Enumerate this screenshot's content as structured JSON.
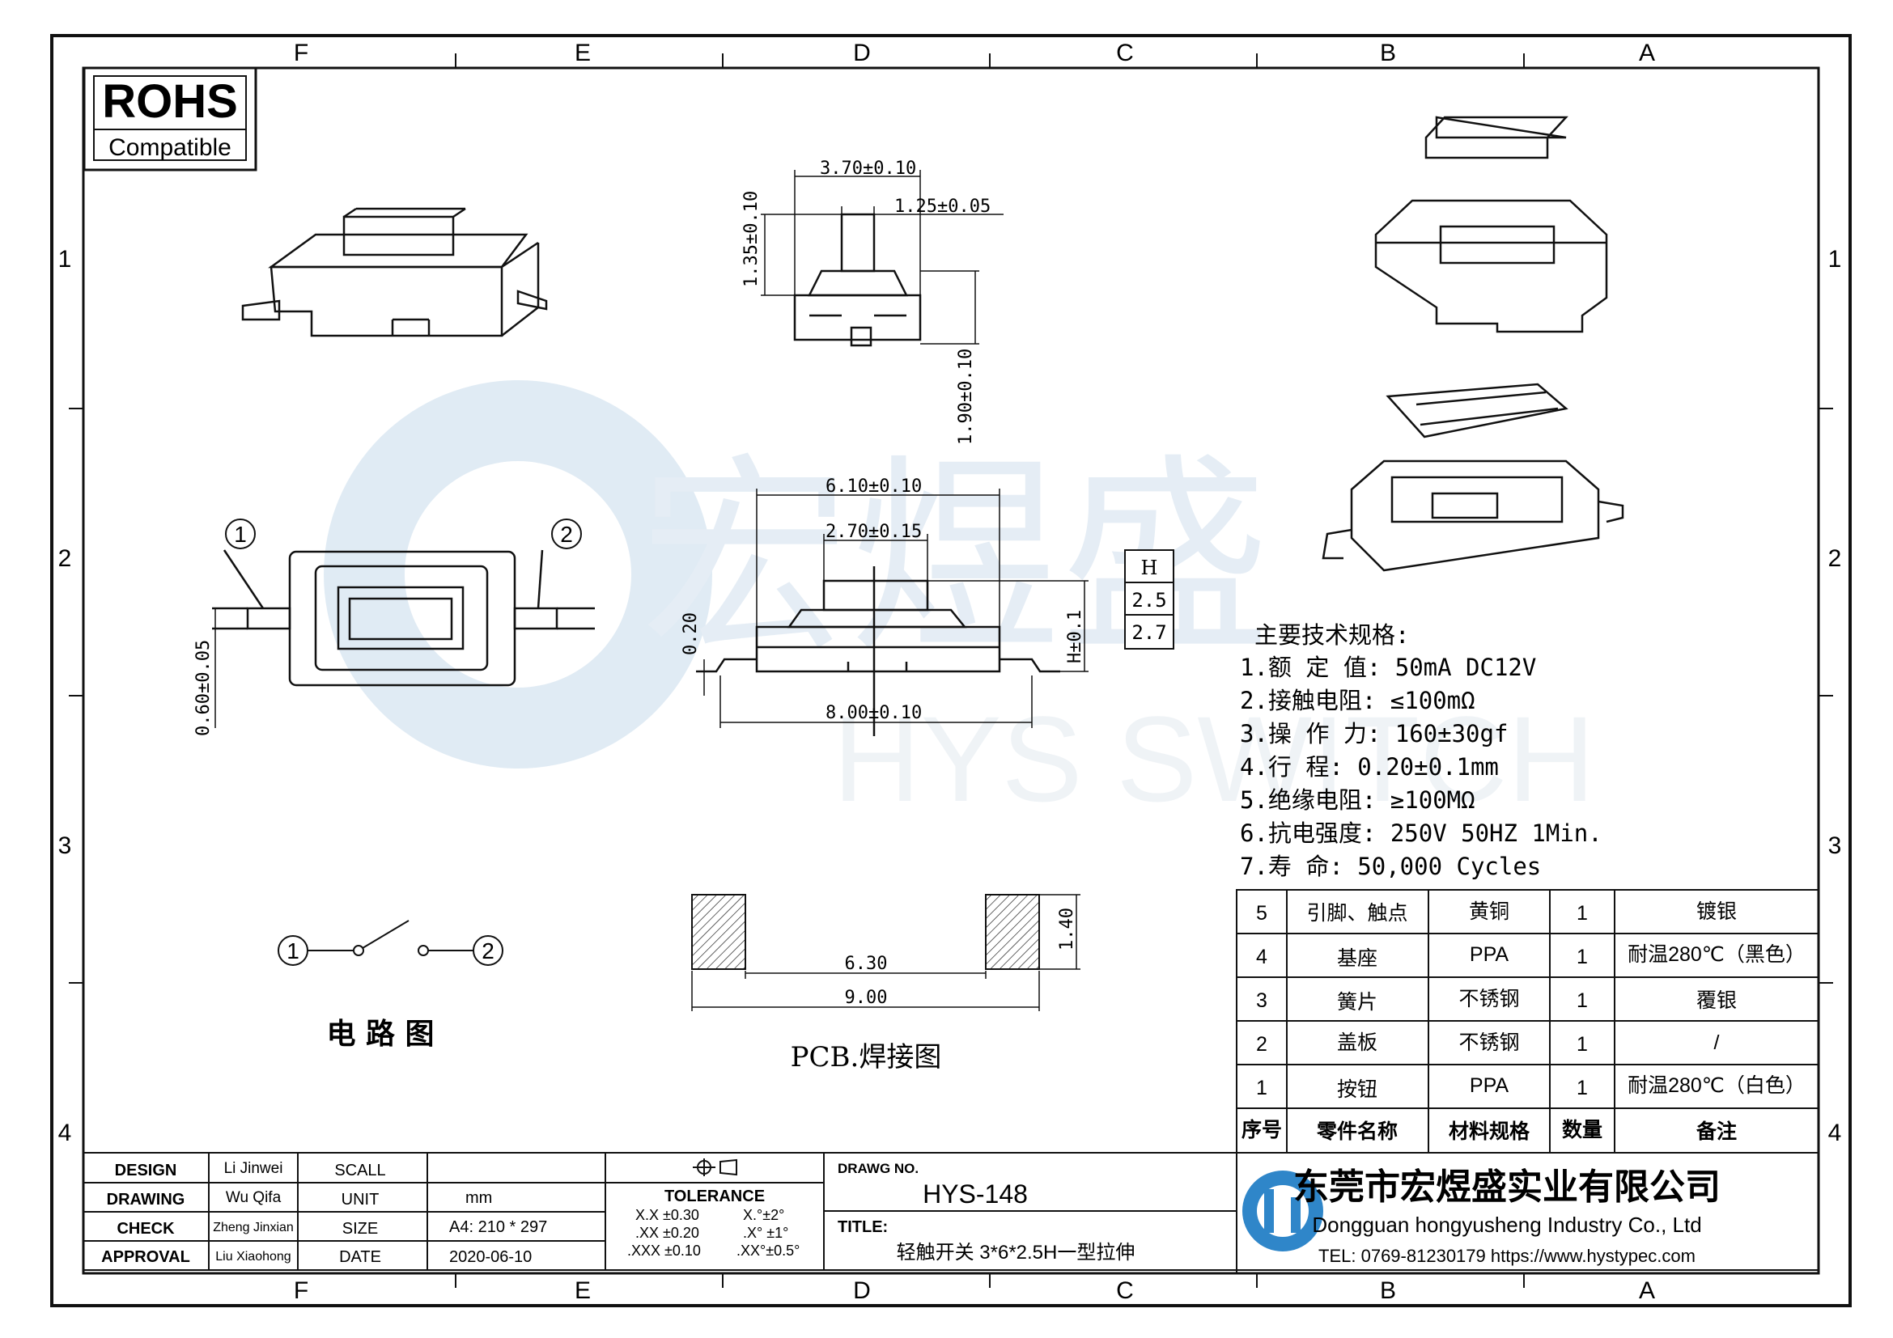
{
  "frame": {
    "cols": [
      "F",
      "E",
      "D",
      "C",
      "B",
      "A"
    ],
    "rows": [
      "1",
      "2",
      "3",
      "4"
    ]
  },
  "rohs": {
    "title": "ROHS",
    "subtitle": "Compatible"
  },
  "watermark": {
    "cn": "宏煜盛",
    "en": "HYS SWITCH"
  },
  "dims": {
    "top_width": "3.70±0.10",
    "top_plunger": "1.25±0.05",
    "top_plunger_h": "1.35±0.10",
    "top_body_h": "1.90±0.10",
    "pin_w": "0.60±0.05",
    "side_width": "6.10±0.10",
    "side_cap": "2.70±0.15",
    "side_overall": "8.00±0.10",
    "side_lead": "0.20",
    "side_height": "H±0.1",
    "pad_h": "1.40",
    "pad_inner": "6.30",
    "pad_outer": "9.00"
  },
  "h_table": {
    "header": "H",
    "rows": [
      "2.5",
      "2.7"
    ]
  },
  "markers": {
    "one": "1",
    "two": "2"
  },
  "labels": {
    "circuit": "电 路 图",
    "pcb": "PCB.焊接图"
  },
  "specs": {
    "title": "主要技术规格:",
    "items": [
      "1.额 定 值: 50mA DC12V",
      "2.接触电阻: ≤100mΩ",
      "3.操 作 力: 160±30gf",
      "4.行   程: 0.20±0.1mm",
      "5.绝缘电阻: ≥100MΩ",
      "6.抗电强度: 250V 50HZ 1Min.",
      "7.寿   命: 50,000 Cycles"
    ]
  },
  "bom": {
    "rows": [
      [
        "5",
        "引脚、触点",
        "黄铜",
        "1",
        "镀银"
      ],
      [
        "4",
        "基座",
        "PPA",
        "1",
        "耐温280℃（黑色）"
      ],
      [
        "3",
        "簧片",
        "不锈钢",
        "1",
        "覆银"
      ],
      [
        "2",
        "盖板",
        "不锈钢",
        "1",
        "/"
      ],
      [
        "1",
        "按钮",
        "PPA",
        "1",
        "耐温280℃（白色）"
      ]
    ],
    "header": [
      "序号",
      "零件名称",
      "材料规格",
      "数量",
      "备注"
    ]
  },
  "titleblock": {
    "design_label": "DESIGN",
    "design": "Li Jinwei",
    "drawing_label": "DRAWING",
    "drawing": "Wu Qifa",
    "check_label": "CHECK",
    "check": "Zheng Jinxian",
    "approval_label": "APPROVAL",
    "approval": "Liu Xiaohong",
    "scall_label": "SCALL",
    "scall": "",
    "unit_label": "UNIT",
    "unit": "mm",
    "size_label": "SIZE",
    "size": "A4: 210 * 297",
    "date_label": "DATE",
    "date": "2020-06-10",
    "tolerance_label": "TOLERANCE",
    "tol": [
      "X.X  ±0.30",
      "X.°±2°",
      ".XX  ±0.20",
      ".X° ±1°",
      ".XXX  ±0.10",
      ".XX°±0.5°"
    ],
    "drawg_no_label": "DRAWG NO.",
    "drawg_no": "HYS-148",
    "title_label": "TITLE:",
    "title": "轻触开关 3*6*2.5H一型拉伸",
    "company_cn": "东莞市宏煜盛实业有限公司",
    "company_en": "Dongguan hongyusheng Industry Co., Ltd",
    "contact": "TEL: 0769-81230179   https://www.hystypec.com"
  },
  "colors": {
    "line": "#1a1a1a",
    "watermark": "#d6e4f0",
    "logo": "#2f86c9"
  }
}
